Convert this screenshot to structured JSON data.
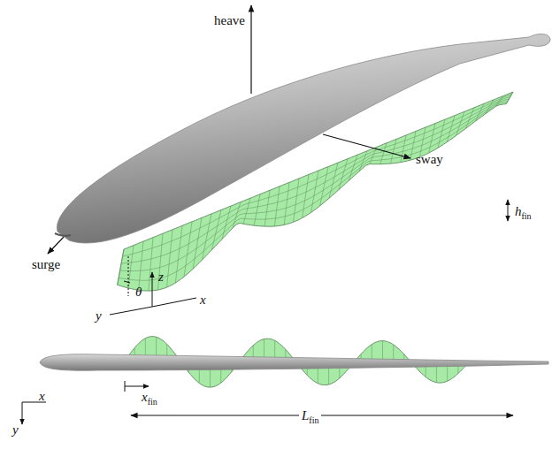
{
  "diagram": {
    "labels": [
      "heave",
      "hfin",
      "sway",
      "surge",
      "θ",
      "z",
      "y",
      "x",
      "x",
      "y",
      "xfin",
      "Lfin"
    ]
  }
}
